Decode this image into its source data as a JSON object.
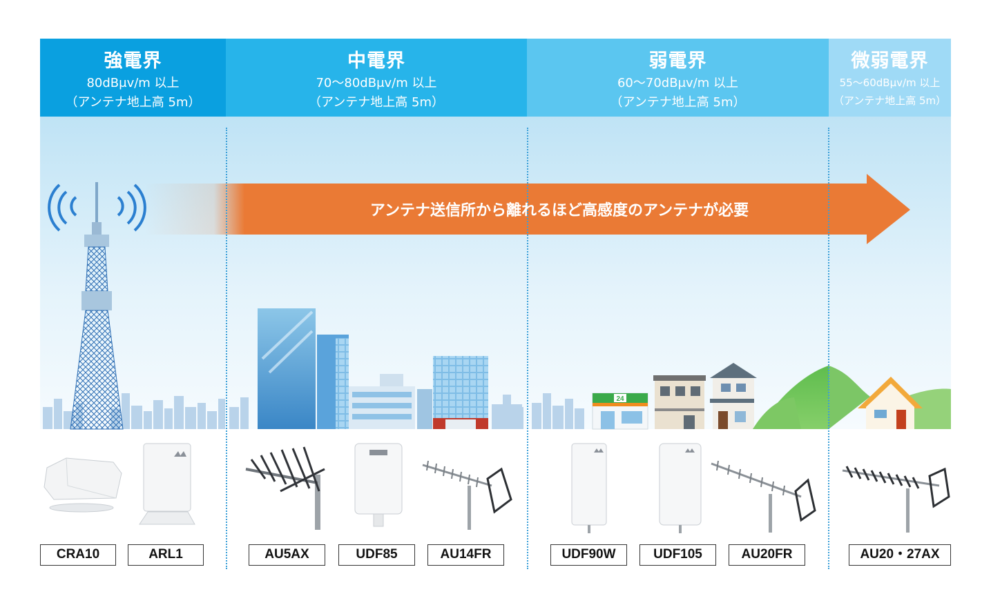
{
  "zones": [
    {
      "title": "強電界",
      "level": "80dBμv/m 以上",
      "note": "（アンテナ地上高 5m）"
    },
    {
      "title": "中電界",
      "level": "70～80dBμv/m 以上",
      "note": "（アンテナ地上高 5m）"
    },
    {
      "title": "弱電界",
      "level": "60～70dBμv/m 以上",
      "note": "（アンテナ地上高 5m）"
    },
    {
      "title": "微弱電界",
      "level": "55～60dBμv/m 以上",
      "note": "（アンテナ地上高 5m）"
    }
  ],
  "arrow_text": "アンテナ送信所から離れるほど高感度のアンテナが必要",
  "store_sign": "24",
  "products": [
    "CRA10",
    "ARL1",
    "AU5AX",
    "UDF85",
    "AU14FR",
    "UDF90W",
    "UDF105",
    "AU20FR",
    "AU20・27AX"
  ],
  "colors": {
    "strong": "#0aa0e0",
    "medium": "#27b4ea",
    "weak": "#5bc6f0",
    "faint": "#9fdaf6",
    "arrow": "#ea7a35",
    "divider": "#3a9fd8"
  }
}
